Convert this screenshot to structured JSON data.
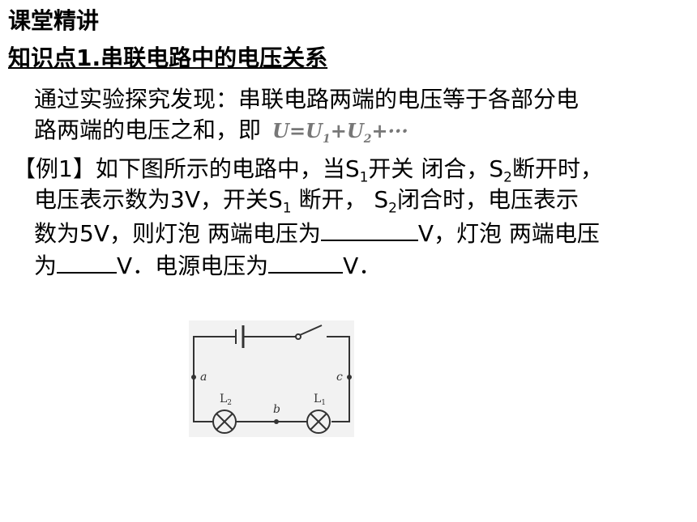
{
  "heading": "课堂精讲",
  "topic": "知识点1.串联电路中的电压关系",
  "paragraph": {
    "line1": "通过实验探究发现：串联电路两端的电压等于各部分电",
    "line2": "路两端的电压之和，即",
    "formula": {
      "U": "U=U",
      "sub1": "1",
      "plus": "+U",
      "sub2": "2",
      "tail": "+···"
    }
  },
  "example": {
    "l1_a": "【例1】如下图所示的电路中，当S",
    "l1_sub1": "1",
    "l1_b": "开关 闭合，S",
    "l1_sub2": "2",
    "l1_c": "断开时，",
    "l2_a": "电压表示数为3V，开关S",
    "l2_sub1": "1",
    "l2_b": " 断开， S",
    "l2_sub2": "2",
    "l2_c": "闭合时，电压表示",
    "l3_a": "数为5V，则灯泡 两端电压为",
    "l3_b": "V，灯泡 两端电压",
    "l4_a": "为",
    "l4_b": "V．电源电压为",
    "l4_c": "V．"
  },
  "circuit": {
    "label_a": "a",
    "label_b": "b",
    "label_c": "c",
    "lamp2": "L",
    "lamp2_sub": "2",
    "lamp1": "L",
    "lamp1_sub": "1"
  }
}
